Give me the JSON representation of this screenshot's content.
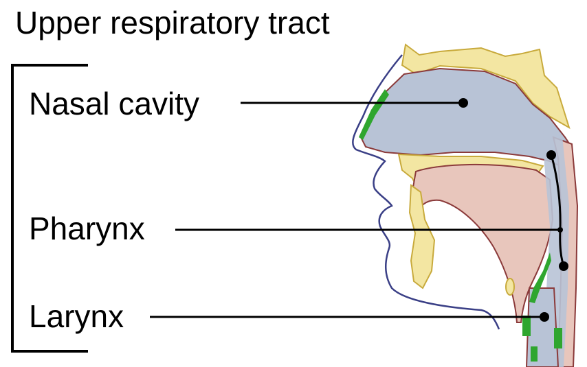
{
  "title": "Upper respiratory tract",
  "labels": {
    "nasal_cavity": "Nasal cavity",
    "pharynx": "Pharynx",
    "larynx": "Larynx"
  },
  "colors": {
    "airway": "#b8c3d6",
    "bone": "#f3e6a2",
    "bone_edge": "#c8aa3c",
    "tissue": "#e8c6bc",
    "tissue_edge": "#8b3a3a",
    "mucosa": "#2fa62f",
    "skin_outline": "#3a3f86",
    "leader": "#000000"
  }
}
